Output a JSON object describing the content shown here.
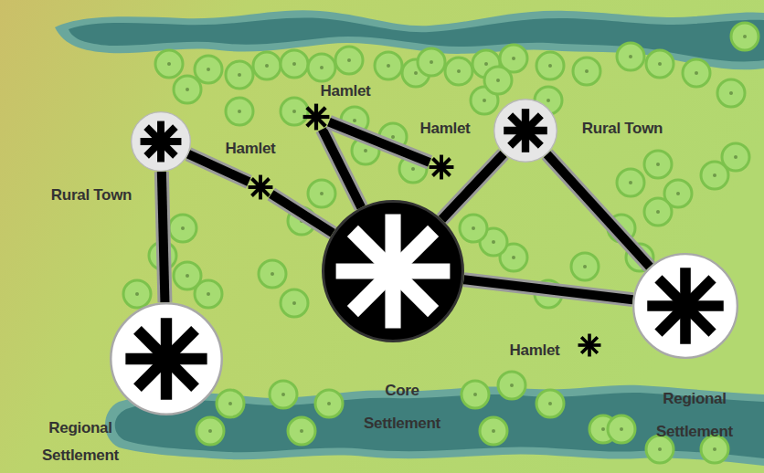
{
  "diagram": {
    "nodes": [
      {
        "text": [
          "Rural Town"
        ]
      },
      {
        "text": [
          "Hamlet"
        ]
      },
      {
        "text": [
          "Hamlet"
        ]
      },
      {
        "text": [
          "Hamlet"
        ]
      },
      {
        "text": [
          "Rural Town"
        ]
      },
      {
        "text": [
          "Core Settlement"
        ]
      },
      {
        "text": [
          "Regional Settlement"
        ]
      },
      {
        "text": [
          "Hamlet"
        ]
      },
      {
        "text": [
          "Regional Settlement"
        ]
      }
    ],
    "edges": [
      {
        "from": 0,
        "to": 1,
        "arrow": "none"
      },
      {
        "from": 1,
        "to": 5,
        "arrow": "none"
      },
      {
        "from": 0,
        "to": 6,
        "arrow": "none"
      },
      {
        "from": 2,
        "to": 5,
        "arrow": "none"
      },
      {
        "from": 2,
        "to": 3,
        "arrow": "none"
      },
      {
        "from": 5,
        "to": 4,
        "arrow": "none"
      },
      {
        "from": 4,
        "to": 8,
        "arrow": "none"
      },
      {
        "from": 5,
        "to": 8,
        "arrow": "none"
      }
    ]
  }
}
